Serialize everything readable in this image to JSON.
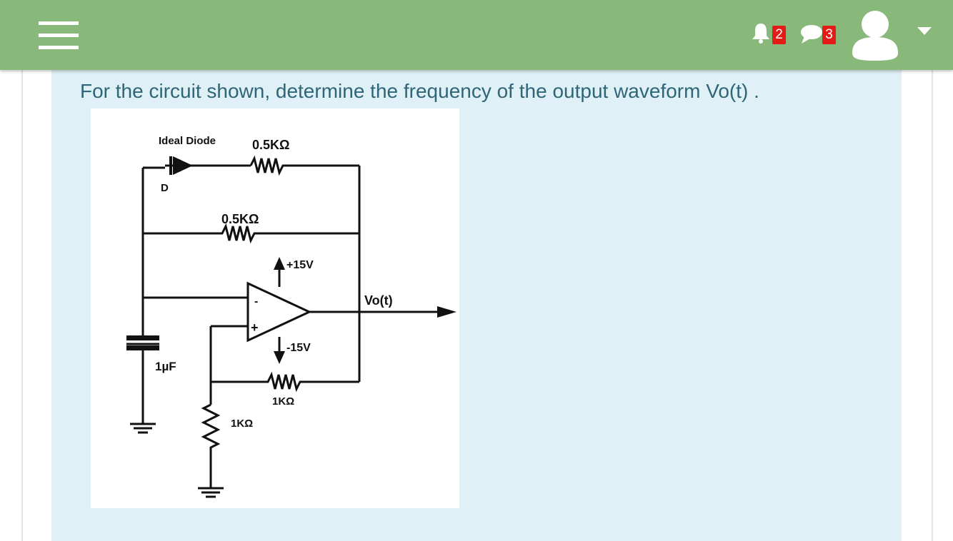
{
  "header": {
    "menu_icon": "hamburger-menu-icon",
    "notifications": {
      "icon": "bell-icon",
      "count": "2"
    },
    "messages": {
      "icon": "chat-bubble-icon",
      "count": "3"
    },
    "user_menu": {
      "avatar_icon": "user-avatar-icon",
      "caret_icon": "caret-down-icon"
    },
    "bar_color": "#88b87a",
    "badge_color": "#e41b17"
  },
  "question": {
    "text": "For the circuit shown, determine the frequency of the output waveform Vo(t) ."
  },
  "circuit": {
    "diode_label": "Ideal Diode",
    "diode_ref": "D",
    "resistor_top": "0.5KΩ",
    "resistor_mid": "0.5KΩ",
    "supply_positive": "+15V",
    "supply_negative": "-15V",
    "inverting_input": "-",
    "noninverting_input": "+",
    "output_label": "Vo(t)",
    "capacitor": "1µF",
    "resistor_feedback": "1KΩ",
    "resistor_ground": "1KΩ"
  }
}
